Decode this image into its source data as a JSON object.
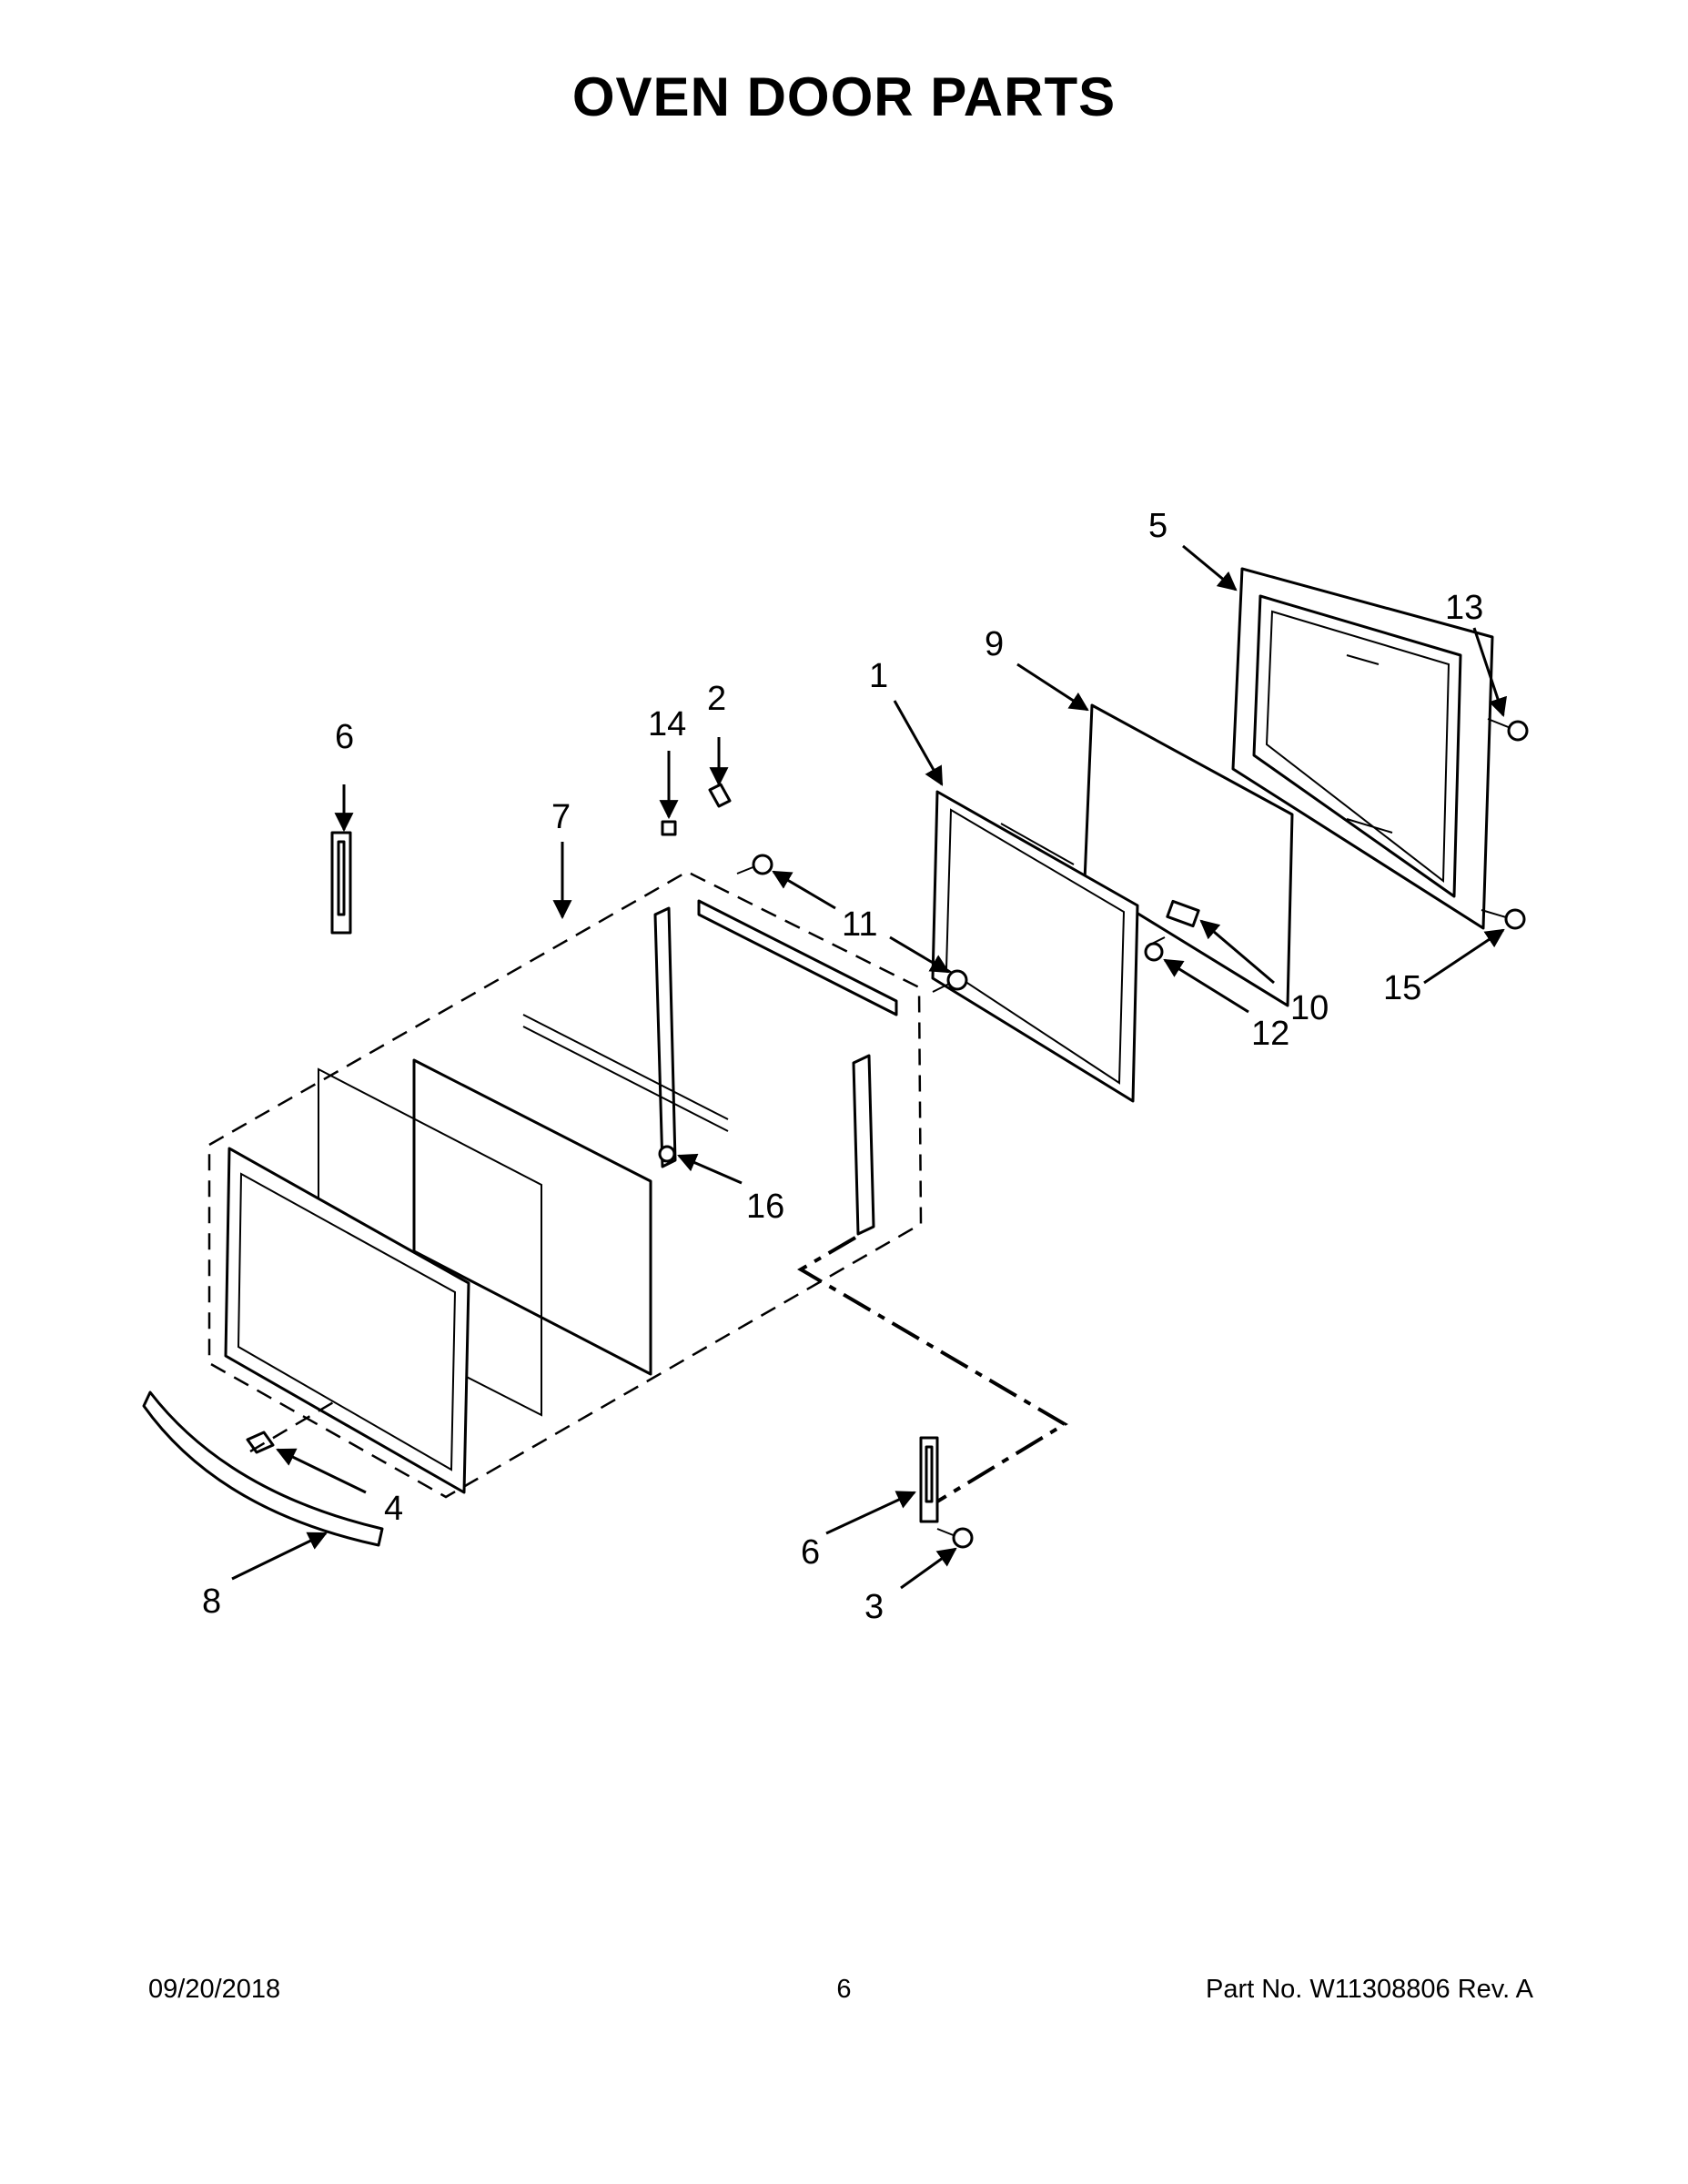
{
  "title": "OVEN DOOR PARTS",
  "callouts": {
    "c1": "1",
    "c2": "2",
    "c3": "3",
    "c4": "4",
    "c5": "5",
    "c6a": "6",
    "c6b": "6",
    "c7": "7",
    "c8": "8",
    "c9": "9",
    "c10": "10",
    "c11": "11",
    "c12": "12",
    "c13": "13",
    "c14": "14",
    "c15": "15",
    "c16": "16"
  },
  "footer": {
    "date": "09/20/2018",
    "page": "6",
    "part": "Part No.  W11308806  Rev.  A"
  }
}
